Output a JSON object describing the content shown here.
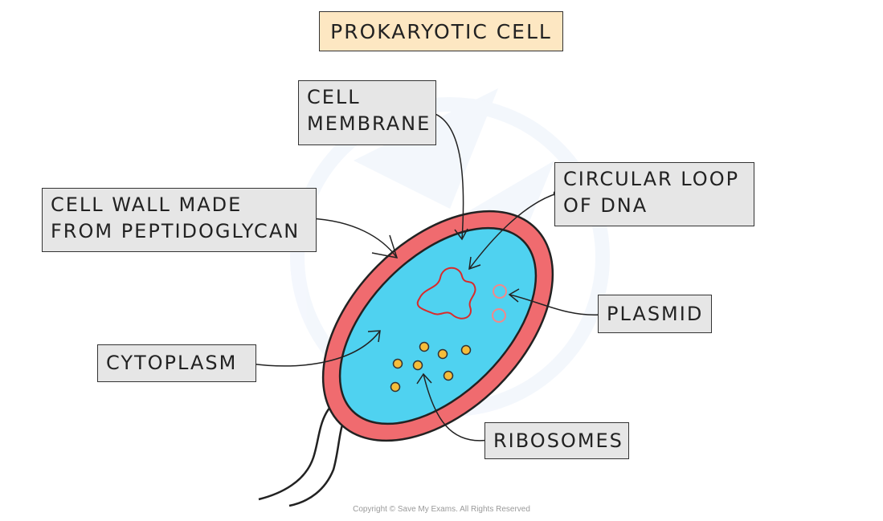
{
  "title": "PROKARYOTIC CELL",
  "labels": {
    "cell_membrane": [
      "CELL",
      "MEMBRANE"
    ],
    "cell_wall": [
      "CELL WALL MADE",
      "FROM PEPTIDOGLYCAN"
    ],
    "circular_dna": [
      "CIRCULAR LOOP",
      "OF DNA"
    ],
    "plasmid": "PLASMID",
    "cytoplasm": "CYTOPLASM",
    "ribosomes": "RIBOSOMES"
  },
  "footer": "Copyright © Save My Exams. All Rights Reserved",
  "colors": {
    "cell_wall": "#f06b6f",
    "cytoplasm": "#4fd2f0",
    "dna": "#d92b2b",
    "plasmid": "#f2888a",
    "ribosome": "#f5bd3a",
    "title_bg": "#fde7c2",
    "label_bg": "#e6e6e6"
  }
}
